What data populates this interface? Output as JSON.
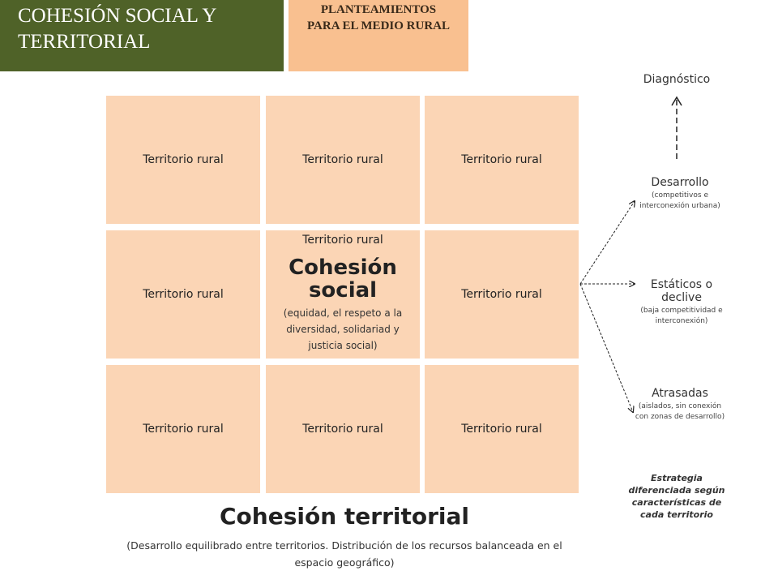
{
  "header": {
    "title": "COHESIÓN SOCIAL Y TERRITORIAL",
    "subtitle": "PLANTEAMIENTOS PARA EL MEDIO RURAL"
  },
  "grid": {
    "cell_label": "Territorio rural",
    "center": {
      "label": "Territorio rural",
      "title": "Cohesión social",
      "description": "(equidad, el respeto a la diversidad, solidariad y justicia social)"
    }
  },
  "bottom": {
    "title": "Cohesión territorial",
    "description": "(Desarrollo equilibrado entre territorios. Distribución de los recursos balanceada en el espacio geográfico)"
  },
  "right": {
    "diagnostico": "Diagnóstico",
    "desarrollo": {
      "title": "Desarrollo",
      "detail": "(competitivos e interconexión urbana)"
    },
    "estaticos": {
      "title": "Estáticos o declive",
      "detail": "(baja competitividad e interconexión)"
    },
    "atrasadas": {
      "title": "Atrasadas",
      "detail": "(aislados, sin conexión con zonas de desarrollo)"
    },
    "strategy": "Estrategia diferenciada según características de cada territorio"
  },
  "colors": {
    "title_bg": "#4f6228",
    "subtitle_bg": "#f9c090",
    "cell_bg": "#fbd5b5"
  }
}
